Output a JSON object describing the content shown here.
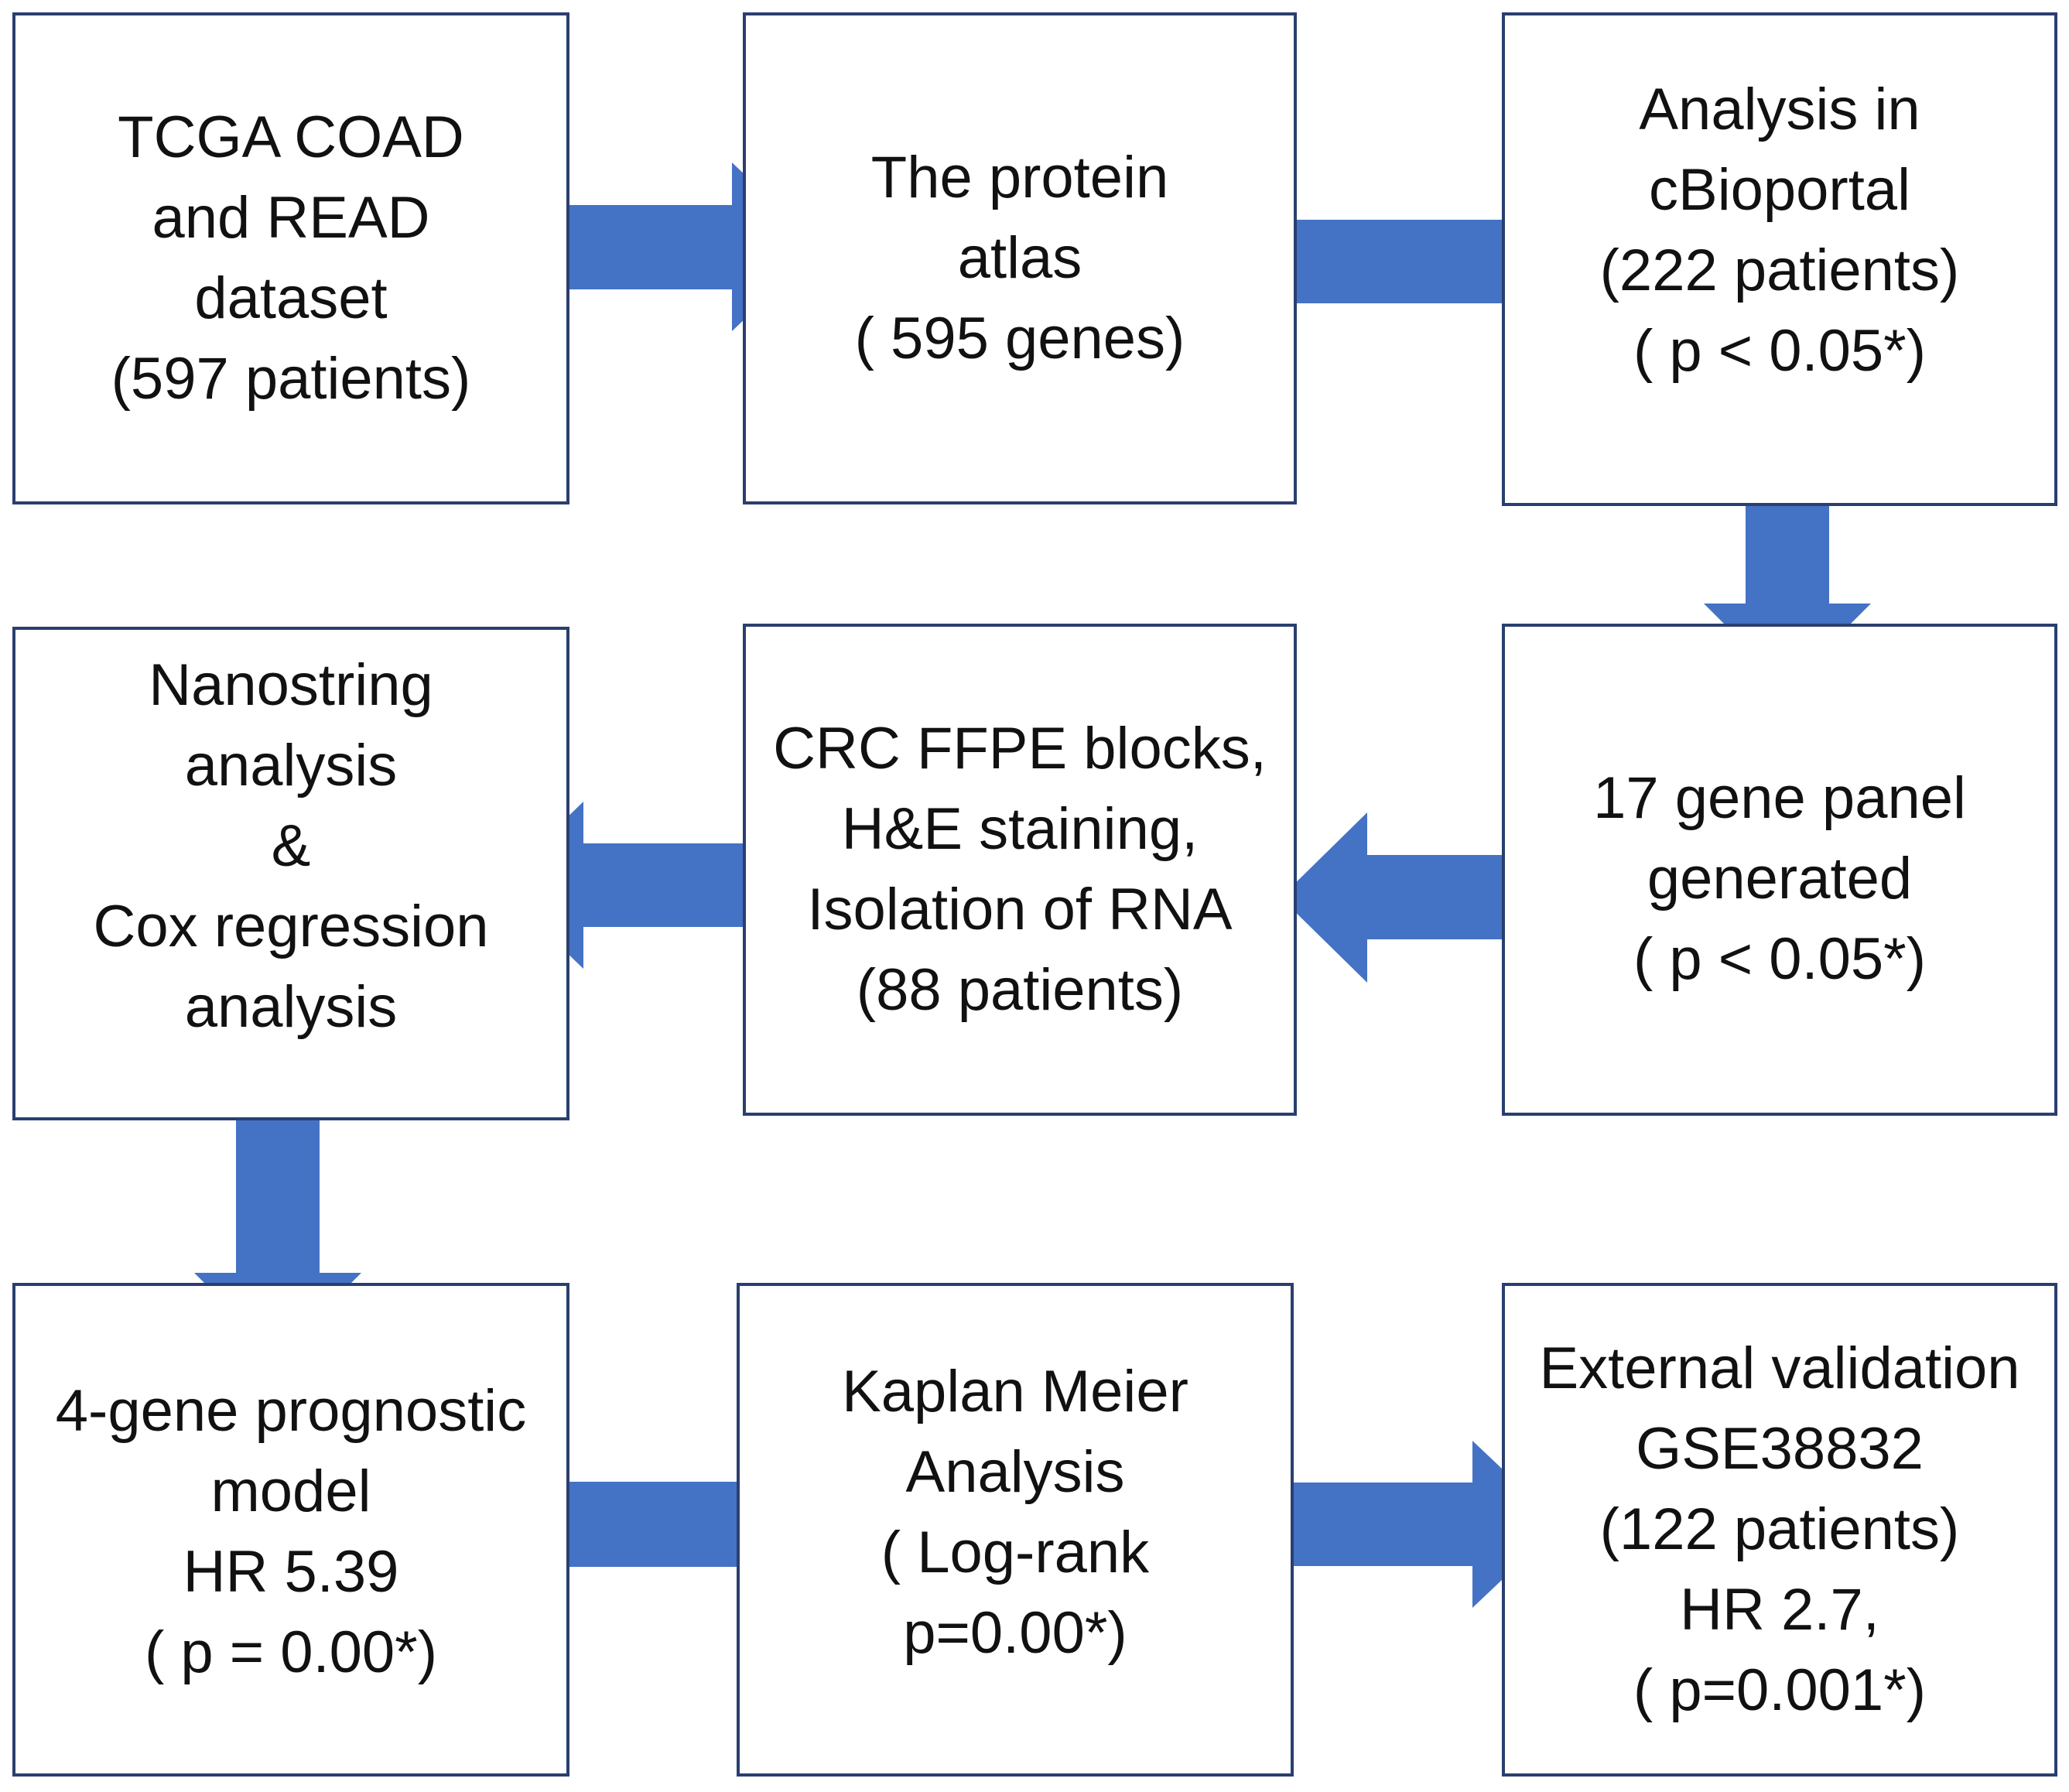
{
  "nodes": [
    {
      "id": "tcga",
      "text": "TCGA COAD\nand READ\ndataset\n(597 patients)"
    },
    {
      "id": "protein-atlas",
      "text": "The protein\natlas\n( 595 genes)"
    },
    {
      "id": "cbioportal",
      "text": "Analysis in\ncBioportal\n(222 patients)\n( p < 0.05*)"
    },
    {
      "id": "gene-panel",
      "text": "17 gene panel\ngenerated\n( p < 0.05*)"
    },
    {
      "id": "ffpe",
      "text": "CRC FFPE blocks,\nH&E staining,\nIsolation of RNA\n(88 patients)"
    },
    {
      "id": "nanostring",
      "text": "Nanostring\nanalysis\n&\nCox regression\nanalysis"
    },
    {
      "id": "prognostic-model",
      "text": "4-gene prognostic\nmodel\nHR 5.39\n( p = 0.00*)"
    },
    {
      "id": "kaplan-meier",
      "text": "Kaplan Meier\nAnalysis\n( Log-rank\np=0.00*)"
    },
    {
      "id": "external-validation",
      "text": "External validation\nGSE38832\n(122 patients)\nHR 2.7,\n( p=0.001*)"
    }
  ],
  "edges": [
    {
      "from": "tcga",
      "to": "protein-atlas"
    },
    {
      "from": "protein-atlas",
      "to": "cbioportal"
    },
    {
      "from": "cbioportal",
      "to": "gene-panel"
    },
    {
      "from": "gene-panel",
      "to": "ffpe"
    },
    {
      "from": "ffpe",
      "to": "nanostring"
    },
    {
      "from": "nanostring",
      "to": "prognostic-model"
    },
    {
      "from": "prognostic-model",
      "to": "kaplan-meier"
    },
    {
      "from": "kaplan-meier",
      "to": "external-validation"
    }
  ],
  "colors": {
    "arrow": "#4472c4",
    "box_border": "#2a3f6f",
    "text": "#111111"
  }
}
